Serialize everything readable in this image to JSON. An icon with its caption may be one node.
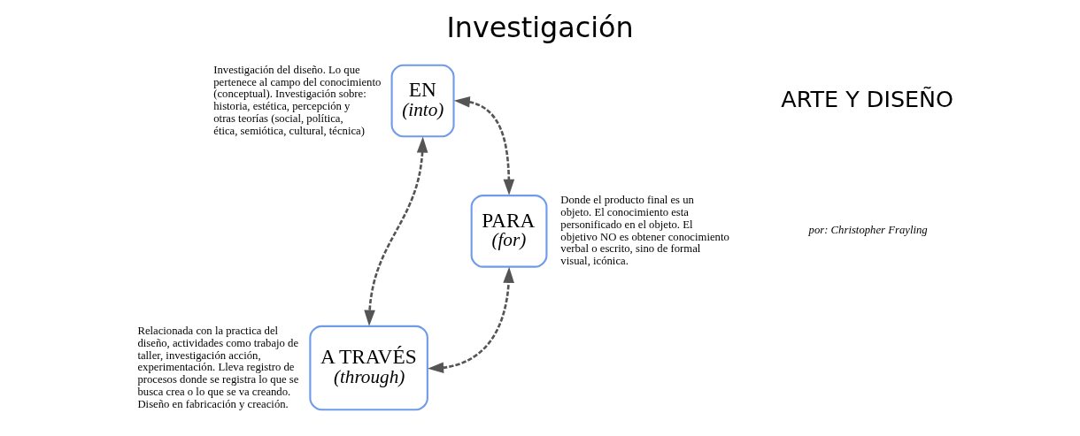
{
  "diagram": {
    "title": "Investigación",
    "nodes": [
      {
        "text": [
          "EN",
          "(into)"
        ],
        "beside": [
          "Investigación del diseño. Lo que pertenece al campo del conocimiento (conceptual). Investigación sobre: historia, estética, percepción y otras teorías (social, política, ética, semiótica, cultural, técnica)"
        ]
      },
      {
        "text": [
          "PARA",
          "(for)"
        ],
        "beside": [
          "Donde el producto final es un objeto. El conocimiento esta personificado en el objeto. El objetivo NO es obtener conocimiento verbal o escrito, sino de formal visual, icónica."
        ]
      },
      {
        "text": [
          "A TRAVÉS",
          "(through)"
        ],
        "beside": [
          "Relacionada con la practica del diseño, actividades como trabajo de taller, investigación acción, experimentación. Lleva registro de procesos donde se registra lo que se busca crea o lo que se va creando. Diseño en fabricación y creación."
        ]
      }
    ],
    "edges": [
      {
        "from": 0,
        "to": 1,
        "arrow": "both",
        "style": "dashed"
      },
      {
        "from": 0,
        "to": 2,
        "arrow": "both",
        "style": "dashed"
      },
      {
        "from": 2,
        "to": 1,
        "arrow": "both",
        "style": "dashed"
      }
    ],
    "labels": [
      "ARTE Y DISEÑO",
      "por: Christopher Frayling"
    ]
  }
}
